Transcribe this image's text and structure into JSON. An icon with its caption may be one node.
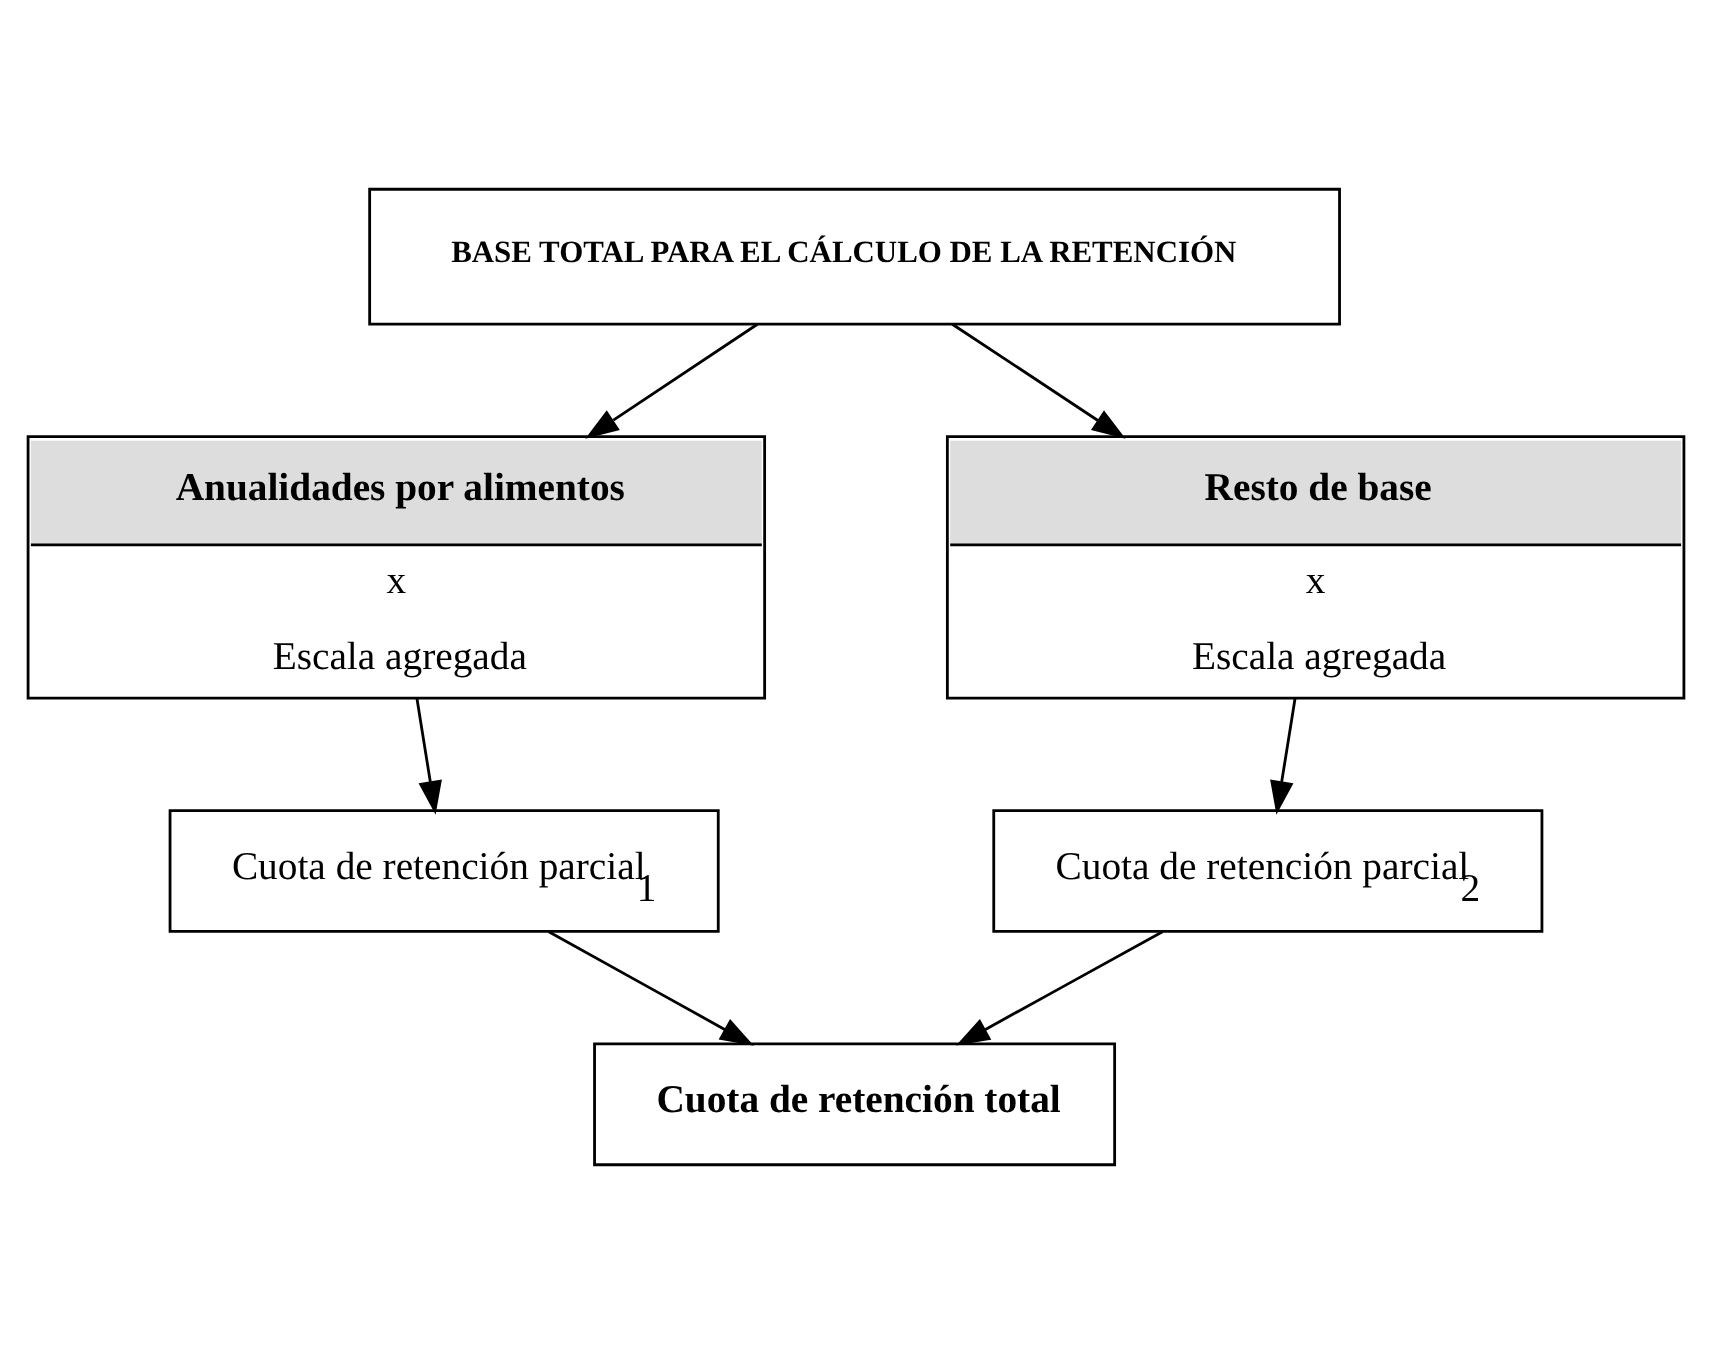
{
  "diagram": {
    "nodes": [
      {
        "text": [
          "BASE TOTAL PARA EL CÁLCULO DE LA RETENCIÓN"
        ]
      },
      {
        "text": [
          "Anualidades por alimentos",
          "x",
          "Escala agregada"
        ]
      },
      {
        "text": [
          "Resto de base",
          "x",
          "Escala agregada"
        ]
      },
      {
        "text": [
          "Cuota de retención parcial$_{1}$"
        ]
      },
      {
        "text": [
          "Cuota de retención parcial$_{2}$"
        ]
      },
      {
        "text": [
          "Cuota de retención total"
        ]
      }
    ],
    "edges": [
      {
        "from": 0,
        "to": 1,
        "arrow": "to"
      },
      {
        "from": 0,
        "to": 2,
        "arrow": "to"
      },
      {
        "from": 1,
        "to": 3,
        "arrow": "to"
      },
      {
        "from": 2,
        "to": 4,
        "arrow": "to"
      },
      {
        "from": 3,
        "to": 5,
        "arrow": "to"
      },
      {
        "from": 4,
        "to": 5,
        "arrow": "to"
      }
    ]
  }
}
